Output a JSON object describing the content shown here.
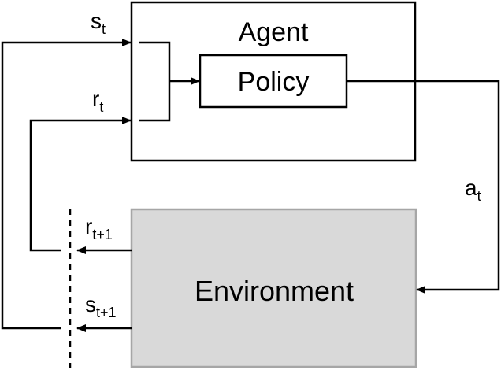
{
  "agent": {
    "label": "Agent"
  },
  "policy": {
    "label": "Policy"
  },
  "environment": {
    "label": "Environment"
  },
  "signals": {
    "state": {
      "base": "s",
      "sub": "t"
    },
    "reward": {
      "base": "r",
      "sub": "t"
    },
    "action": {
      "base": "a",
      "sub": "t"
    },
    "next_reward": {
      "base": "r",
      "sub": "t+1"
    },
    "next_state": {
      "base": "s",
      "sub": "t+1"
    }
  },
  "colors": {
    "environment_fill": "#d9d9d9",
    "environment_stroke": "#a6a6a6",
    "line": "#000000"
  }
}
